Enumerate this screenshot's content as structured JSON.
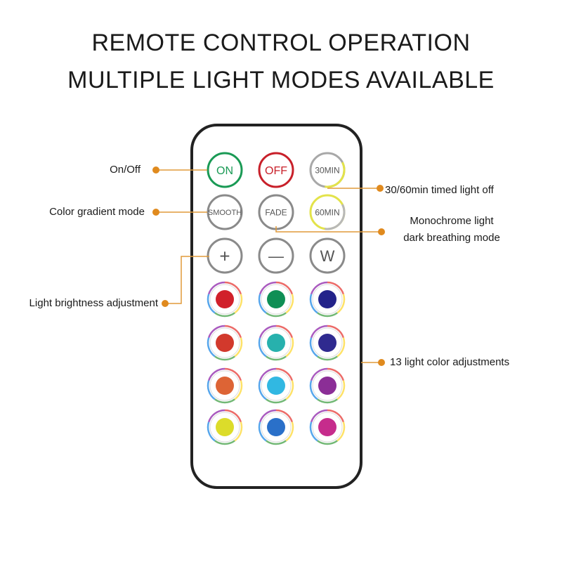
{
  "header": {
    "line1": "REMOTE CONTROL OPERATION",
    "line2": "MULTIPLE LIGHT MODES AVAILABLE"
  },
  "remote": {
    "buttons": [
      {
        "name": "on-button",
        "label": "ON",
        "kind": "text",
        "text_color": "#1a9a55",
        "ring": "#1a9a55",
        "label_size": 16
      },
      {
        "name": "off-button",
        "label": "OFF",
        "kind": "text",
        "text_color": "#c8202a",
        "ring": "#c8202a",
        "label_size": 16
      },
      {
        "name": "30min-button",
        "label": "30MIN",
        "kind": "text",
        "text_color": "#555555",
        "ring": "#a8a8a8",
        "accent": "#e3e34a",
        "label_size": 12
      },
      {
        "name": "smooth-button",
        "label": "SMOOTH",
        "kind": "text",
        "text_color": "#555555",
        "ring": "#8a8a8a",
        "label_size": 11
      },
      {
        "name": "fade-button",
        "label": "FADE",
        "kind": "text",
        "text_color": "#555555",
        "ring": "#8a8a8a",
        "label_size": 12
      },
      {
        "name": "60min-button",
        "label": "60MIN",
        "kind": "text",
        "text_color": "#555555",
        "ring": "#e3e34a",
        "accent": "#b8b8b8",
        "label_size": 12
      },
      {
        "name": "brightness-up-button",
        "label": "+",
        "kind": "text",
        "text_color": "#555555",
        "ring": "#8a8a8a",
        "label_size": 26
      },
      {
        "name": "brightness-down-button",
        "label": "—",
        "kind": "text",
        "text_color": "#555555",
        "ring": "#8a8a8a",
        "label_size": 22
      },
      {
        "name": "white-button",
        "label": "W",
        "kind": "text",
        "text_color": "#555555",
        "ring": "#8a8a8a",
        "label_size": 22
      },
      {
        "name": "color-red-button",
        "kind": "color",
        "fill": "#d1202a"
      },
      {
        "name": "color-green-button",
        "kind": "color",
        "fill": "#0f8f55"
      },
      {
        "name": "color-navy-button",
        "kind": "color",
        "fill": "#23238a"
      },
      {
        "name": "color-red-orange-button",
        "kind": "color",
        "fill": "#d2392c"
      },
      {
        "name": "color-teal-button",
        "kind": "color",
        "fill": "#27b1ad"
      },
      {
        "name": "color-indigo-button",
        "kind": "color",
        "fill": "#2f2a8f"
      },
      {
        "name": "color-orange-button",
        "kind": "color",
        "fill": "#dd6435"
      },
      {
        "name": "color-sky-blue-button",
        "kind": "color",
        "fill": "#31b8e2"
      },
      {
        "name": "color-purple-button",
        "kind": "color",
        "fill": "#8b2e96"
      },
      {
        "name": "color-yellow-button",
        "kind": "color",
        "fill": "#dcdc2a"
      },
      {
        "name": "color-blue-button",
        "kind": "color",
        "fill": "#2a70c9"
      },
      {
        "name": "color-magenta-button",
        "kind": "color",
        "fill": "#c62c8c"
      }
    ]
  },
  "callouts": {
    "on_off": "On/Off",
    "gradient": "Color gradient mode",
    "brightness": "Light brightness adjustment",
    "timer": "30/60min timed light off",
    "breathing_line1": "Monochrome light",
    "breathing_line2": "dark breathing mode",
    "colors": "13 light color adjustments"
  },
  "colors": {
    "accent_dot": "#e08a1e",
    "leader_line": "#e09a3a",
    "remote_border": "#222222"
  }
}
